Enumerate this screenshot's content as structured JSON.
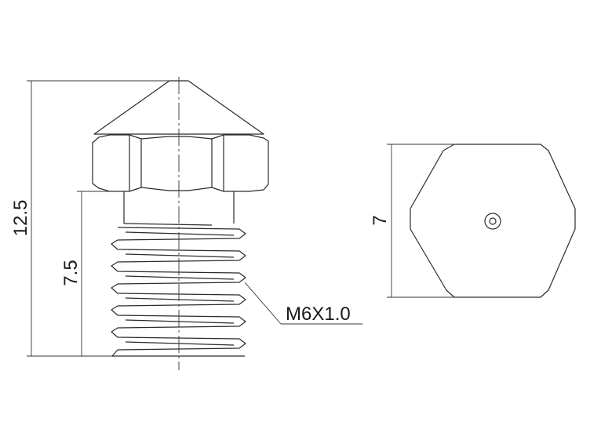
{
  "dimensions": {
    "overall_height": "12.5",
    "thread_length": "7.5",
    "hex_across_flats": "7"
  },
  "callouts": {
    "thread_spec": "M6X1.0"
  },
  "colors": {
    "line": "#2b2b2b",
    "background": "#ffffff"
  }
}
